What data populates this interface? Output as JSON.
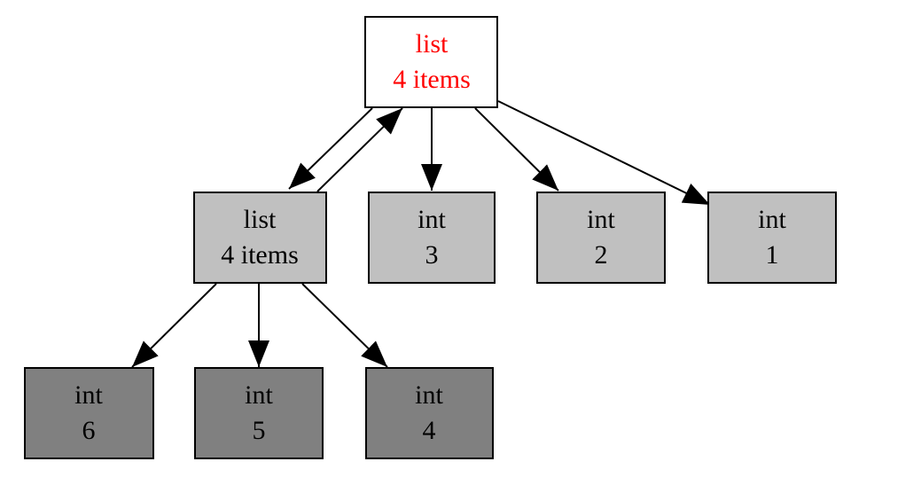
{
  "colors": {
    "root_fill": "#ffffff",
    "root_text": "#ff0000",
    "level1_fill": "#c0c0c0",
    "level2_fill": "#808080",
    "text": "#000000",
    "stroke": "#000000"
  },
  "nodes": {
    "root": {
      "line1": "list",
      "line2": "4 items"
    },
    "inner_list": {
      "line1": "list",
      "line2": "4 items"
    },
    "int3": {
      "line1": "int",
      "line2": "3"
    },
    "int2": {
      "line1": "int",
      "line2": "2"
    },
    "int1": {
      "line1": "int",
      "line2": "1"
    },
    "int6": {
      "line1": "int",
      "line2": "6"
    },
    "int5": {
      "line1": "int",
      "line2": "5"
    },
    "int4": {
      "line1": "int",
      "line2": "4"
    }
  },
  "edges": [
    {
      "from": "root",
      "to": "inner_list"
    },
    {
      "from": "inner_list",
      "to": "root"
    },
    {
      "from": "root",
      "to": "int3"
    },
    {
      "from": "root",
      "to": "int2"
    },
    {
      "from": "root",
      "to": "int1"
    },
    {
      "from": "inner_list",
      "to": "int6"
    },
    {
      "from": "inner_list",
      "to": "int5"
    },
    {
      "from": "inner_list",
      "to": "int4"
    }
  ]
}
